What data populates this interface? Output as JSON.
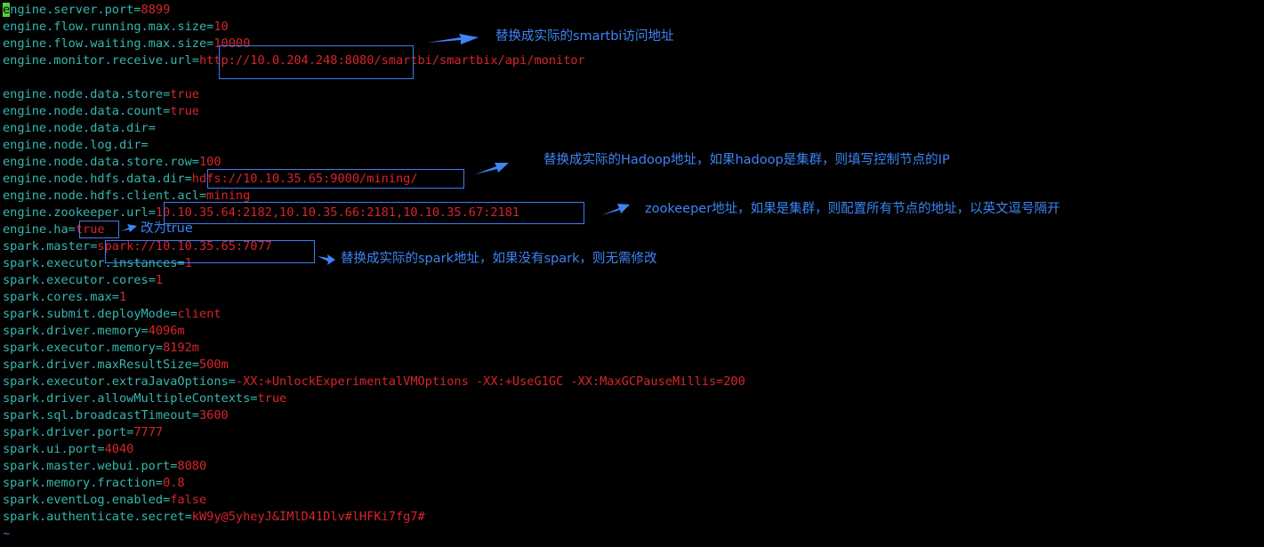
{
  "window": {
    "title": ""
  },
  "colors": {
    "background": "#000000",
    "key": "#35b7b0",
    "value": "#d8252b",
    "cursor": "#4fd13c",
    "annotation": "#3d85f5",
    "tilde": "#4d76d6"
  },
  "config_lines": [
    {
      "key": "engine.server.port",
      "value": "8899"
    },
    {
      "key": "engine.flow.running.max.size",
      "value": "10"
    },
    {
      "key": "engine.flow.waiting.max.size",
      "value": "10000"
    },
    {
      "key": "engine.monitor.receive.url",
      "value": "http://10.0.204.248:8080/smartbi/smartbix/api/monitor"
    },
    {
      "key": "",
      "value": ""
    },
    {
      "key": "engine.node.data.store",
      "value": "true"
    },
    {
      "key": "engine.node.data.count",
      "value": "true"
    },
    {
      "key": "engine.node.data.dir",
      "value": ""
    },
    {
      "key": "engine.node.log.dir",
      "value": ""
    },
    {
      "key": "engine.node.data.store.row",
      "value": "100"
    },
    {
      "key": "engine.node.hdfs.data.dir",
      "value": "hdfs://10.10.35.65:9000/mining/"
    },
    {
      "key": "engine.node.hdfs.client.acl",
      "value": "mining"
    },
    {
      "key": "engine.zookeeper.url",
      "value": "10.10.35.64:2182,10.10.35.66:2181,10.10.35.67:2181"
    },
    {
      "key": "engine.ha",
      "value": "true"
    },
    {
      "key": "spark.master",
      "value": "spark://10.10.35.65:7077"
    },
    {
      "key": "spark.executor.instances",
      "value": "1"
    },
    {
      "key": "spark.executor.cores",
      "value": "1"
    },
    {
      "key": "spark.cores.max",
      "value": "1"
    },
    {
      "key": "spark.submit.deployMode",
      "value": "client"
    },
    {
      "key": "spark.driver.memory",
      "value": "4096m"
    },
    {
      "key": "spark.executor.memory",
      "value": "8192m"
    },
    {
      "key": "spark.driver.maxResultSize",
      "value": "500m"
    },
    {
      "key": "spark.executor.extraJavaOptions",
      "value": "-XX:+UnlockExperimentalVMOptions -XX:+UseG1GC -XX:MaxGCPauseMillis=200"
    },
    {
      "key": "spark.driver.allowMultipleContexts",
      "value": "true"
    },
    {
      "key": "spark.sql.broadcastTimeout",
      "value": "3600"
    },
    {
      "key": "spark.driver.port",
      "value": "7777"
    },
    {
      "key": "spark.ui.port",
      "value": "4040"
    },
    {
      "key": "spark.master.webui.port",
      "value": "8080"
    },
    {
      "key": "spark.memory.fraction",
      "value": "0.8"
    },
    {
      "key": "spark.eventLog.enabled",
      "value": "false"
    },
    {
      "key": "spark.authenticate.secret",
      "value": "kW9y@5yheyJ&IMlD41Dlv#lHFKi7fg7#"
    }
  ],
  "tilde": "~",
  "annotations": {
    "smartbi": "替换成实际的smartbi访问地址",
    "hadoop": "替换成实际的Hadoop地址，如果hadoop是集群，则填写控制节点的IP",
    "zookeeper": "zookeeper地址，如果是集群，则配置所有节点的地址，以英文逗号隔开",
    "ha": "改为true",
    "spark": "替换成实际的spark地址，如果没有spark，则无需修改"
  }
}
